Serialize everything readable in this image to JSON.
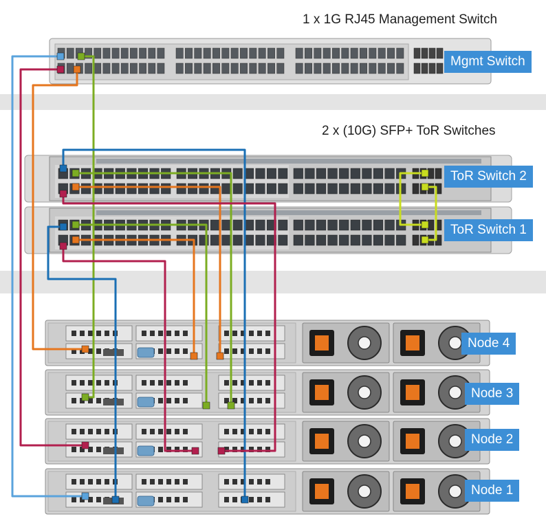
{
  "colors": {
    "background": "#e4e4e4",
    "band": "#ffffff",
    "label_bg": "#3d8fd6",
    "label_text": "#ffffff",
    "cable_management": "#5aa3dc",
    "cable_blue": "#1a6fb4",
    "cable_green": "#7cad22",
    "cable_orange": "#e6761e",
    "cable_magenta": "#b21f4e",
    "cable_lime": "#c8dc20"
  },
  "sections": {
    "management": {
      "title": "1 x 1G RJ45 Management Switch"
    },
    "tor": {
      "title": "2 x (10G) SFP+ ToR Switches"
    }
  },
  "devices": {
    "mgmt_switch": {
      "label": "Mgmt Switch"
    },
    "tor_switch_2": {
      "label": "ToR Switch 2"
    },
    "tor_switch_1": {
      "label": "ToR Switch 1"
    },
    "nodes": [
      {
        "label": "Node 4"
      },
      {
        "label": "Node 3"
      },
      {
        "label": "Node 2"
      },
      {
        "label": "Node 1"
      }
    ]
  },
  "icons": [
    "rj45-port-icon",
    "sfp-port-icon",
    "power-socket-icon",
    "fan-icon"
  ]
}
